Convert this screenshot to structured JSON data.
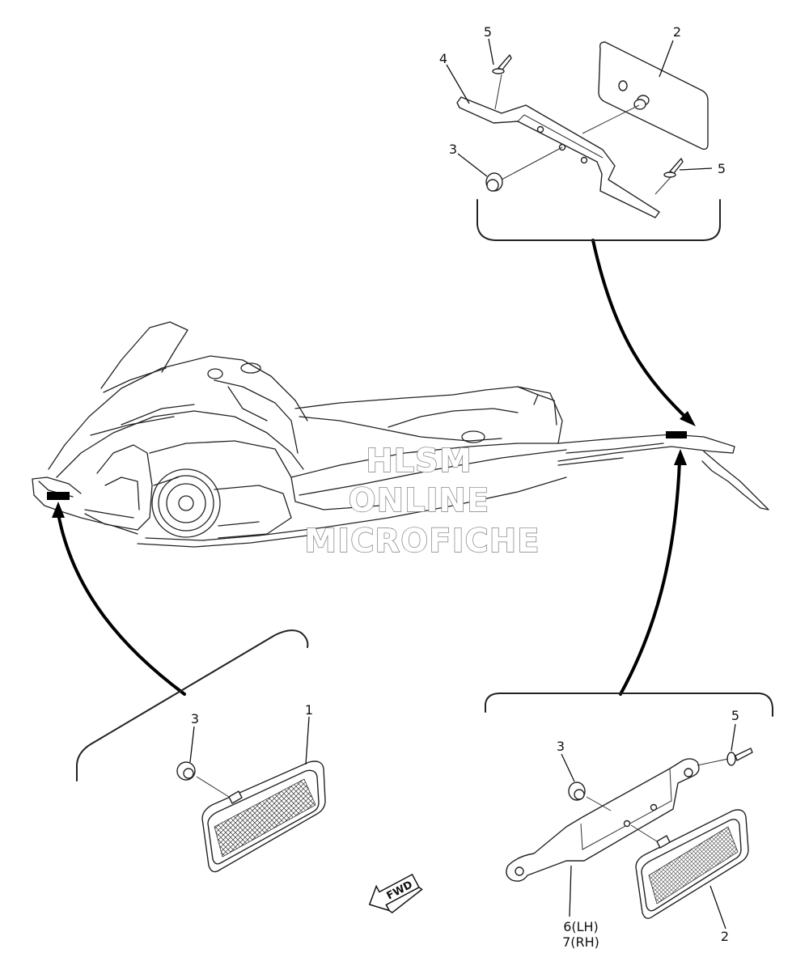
{
  "callouts": {
    "top": {
      "c5a": "5",
      "c2": "2",
      "c4": "4",
      "c3": "3",
      "c5b": "5"
    },
    "left": {
      "c3": "3",
      "c1": "1"
    },
    "right": {
      "c5": "5",
      "c3": "3",
      "c6": "6(LH)",
      "c7": "7(RH)",
      "c2": "2"
    }
  },
  "watermark": {
    "line1": "HLSM",
    "line2": "ONLINE",
    "line3": "MICROFICHE"
  },
  "fwd_label": "FWD"
}
